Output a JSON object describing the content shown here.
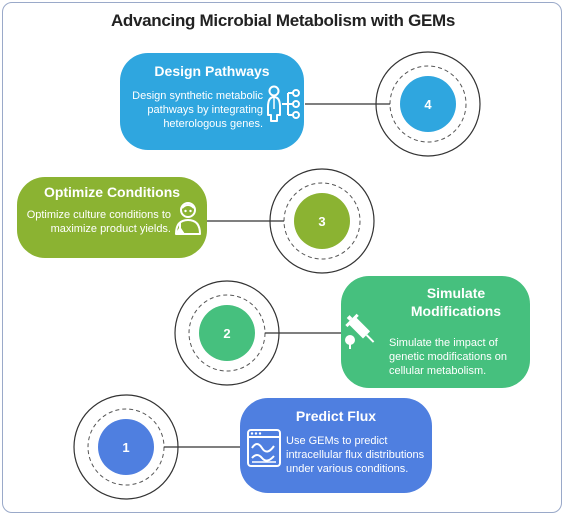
{
  "title": "Advancing Microbial Metabolism with GEMs",
  "colors": {
    "blue": "#4f7fe0",
    "green": "#46c07e",
    "olive": "#8bb332",
    "cyan": "#2fa6df",
    "border": "#9aa9c9"
  },
  "steps": [
    {
      "number": "1",
      "title": "Predict Flux",
      "description": [
        "Use GEMs to predict",
        "intracellular flux distributions",
        "under various conditions."
      ],
      "icon": "chart-window-icon",
      "color": "#4f7fe0"
    },
    {
      "number": "2",
      "title": [
        "Simulate",
        "Modifications"
      ],
      "description": [
        "Simulate the impact of",
        "genetic modifications on",
        "cellular metabolism."
      ],
      "icon": "syringe-icon",
      "color": "#46c07e"
    },
    {
      "number": "3",
      "title": "Optimize Conditions",
      "description": [
        "Optimize culture conditions to",
        "maximize product yields."
      ],
      "icon": "scientist-icon",
      "color": "#8bb332"
    },
    {
      "number": "4",
      "title": "Design Pathways",
      "description": [
        "Design synthetic metabolic",
        "pathways by integrating",
        "heterologous genes."
      ],
      "icon": "person-network-icon",
      "color": "#2fa6df"
    }
  ]
}
